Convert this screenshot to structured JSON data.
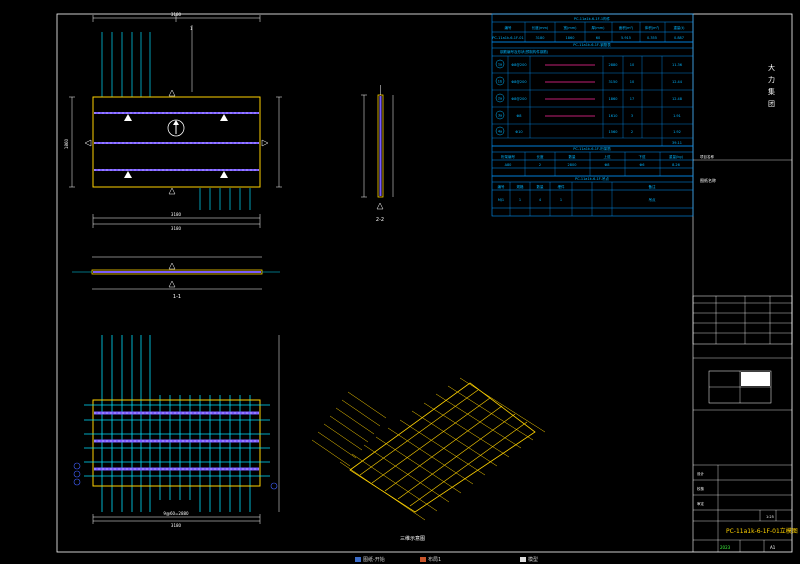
{
  "drawing": {
    "plan_view": {
      "width_dim": "3180",
      "height_dim": "1860",
      "inner_width_dim": "3180",
      "section_mark": "1",
      "vertical_dim": "1"
    },
    "section_1_1": {
      "title": "1-1"
    },
    "section_2_2": {
      "title": "2-2"
    },
    "rebar_plan": {
      "bottom_dim": "3180",
      "sub_dim": "9@60=2880"
    },
    "iso_view": {
      "title": "三维示意图"
    }
  },
  "tables": {
    "t1": {
      "title": "PC-11a1k-6-1F-1构件",
      "headers": [
        "编号",
        "长度(mm)",
        "宽(mm)",
        "厚(mm)",
        "面积(m²)",
        "体积(m³)",
        "重量(t)"
      ],
      "row": [
        "PC-11a1k-6-1F-01",
        "3180",
        "1860",
        "60",
        "5.915",
        "0.355",
        "0.887"
      ]
    },
    "t2": {
      "title": "PC-11a1k-6-1F-钢筋表",
      "header": "钢筋编号及形状(预制构件钢筋)",
      "rows": [
        {
          "id": "1a",
          "spec": "Φ8@200",
          "len": "2880",
          "qty": "10",
          "w": "11.36"
        },
        {
          "id": "1b",
          "spec": "Φ8@200",
          "len": "3150",
          "qty": "10",
          "w": "12.44"
        },
        {
          "id": "2a",
          "spec": "Φ8@200",
          "len": "1860",
          "qty": "17",
          "w": "12.48"
        },
        {
          "id": "3a",
          "spec": "Φ8",
          "len": "1610",
          "qty": "3",
          "w": "1.91"
        },
        {
          "id": "4a",
          "spec": "Φ10",
          "len": "1560",
          "qty": "2",
          "w": "1.92"
        }
      ],
      "total": "39.11"
    },
    "t3": {
      "title": "PC-11a1k-6-1F-桁架筋",
      "headers": [
        "桁架编号",
        "长度",
        "数量",
        "上弦",
        "下弦",
        "重量(kg)"
      ],
      "row": [
        "A80",
        "2",
        "2800",
        "Φ8",
        "Φ6",
        "8.26"
      ]
    },
    "t4": {
      "title": "PC-11a1k-6-1F-吊点",
      "headers": [
        "编号",
        "规格",
        "数量",
        "埋件",
        "备注"
      ],
      "row": [
        "MJ1",
        "1",
        "4",
        "1",
        "吊点"
      ]
    }
  },
  "title_block": {
    "company": "大\n力\n集\n团",
    "project_label": "项目名称",
    "drawing_label": "图纸名称",
    "design_label": "设计",
    "check_label": "校核",
    "approve_label": "审定",
    "scale": "1:25",
    "drawing_title": "PC-11a1k-6-1F-01立模图",
    "date": "2023",
    "sheet": "A1"
  },
  "taskbar": {
    "items": [
      "图纸-开始",
      "布局1",
      "模型"
    ]
  },
  "colors": {
    "background": "#000000",
    "lines": "#ffffff",
    "rebar_cyan": "#00e0ff",
    "outline_yellow": "#ffd200",
    "truss_purple": "#7a5cff",
    "table_blue": "#0096ff"
  }
}
